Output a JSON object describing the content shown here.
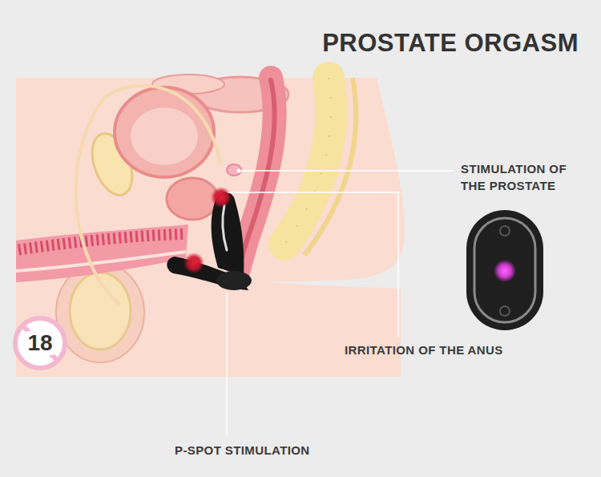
{
  "diagram": {
    "title": "PROSTATE ORGASM",
    "nodes": [
      {
        "text": [
          "18"
        ]
      }
    ],
    "labels": [
      "STIMULATION OF THE PROSTATE",
      "IRRITATION OF THE ANUS",
      "P-SPOT STIMULATION"
    ]
  }
}
